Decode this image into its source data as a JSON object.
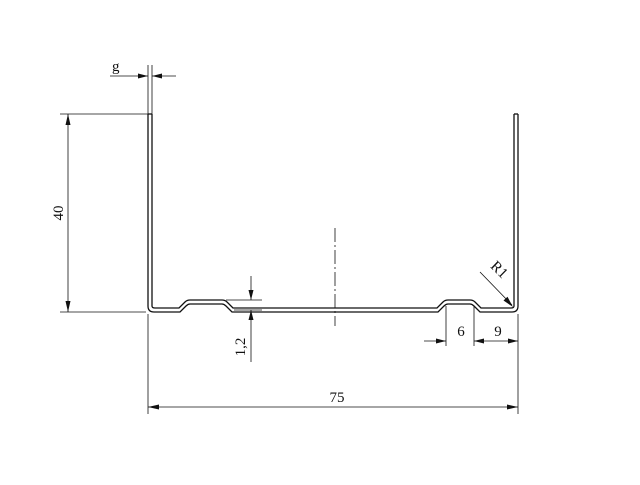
{
  "dimensions": {
    "thickness": "g",
    "height": "40",
    "groove_depth": "1,2",
    "radius": "R1",
    "groove_width": "6",
    "groove_offset": "9",
    "overall_width": "75"
  }
}
